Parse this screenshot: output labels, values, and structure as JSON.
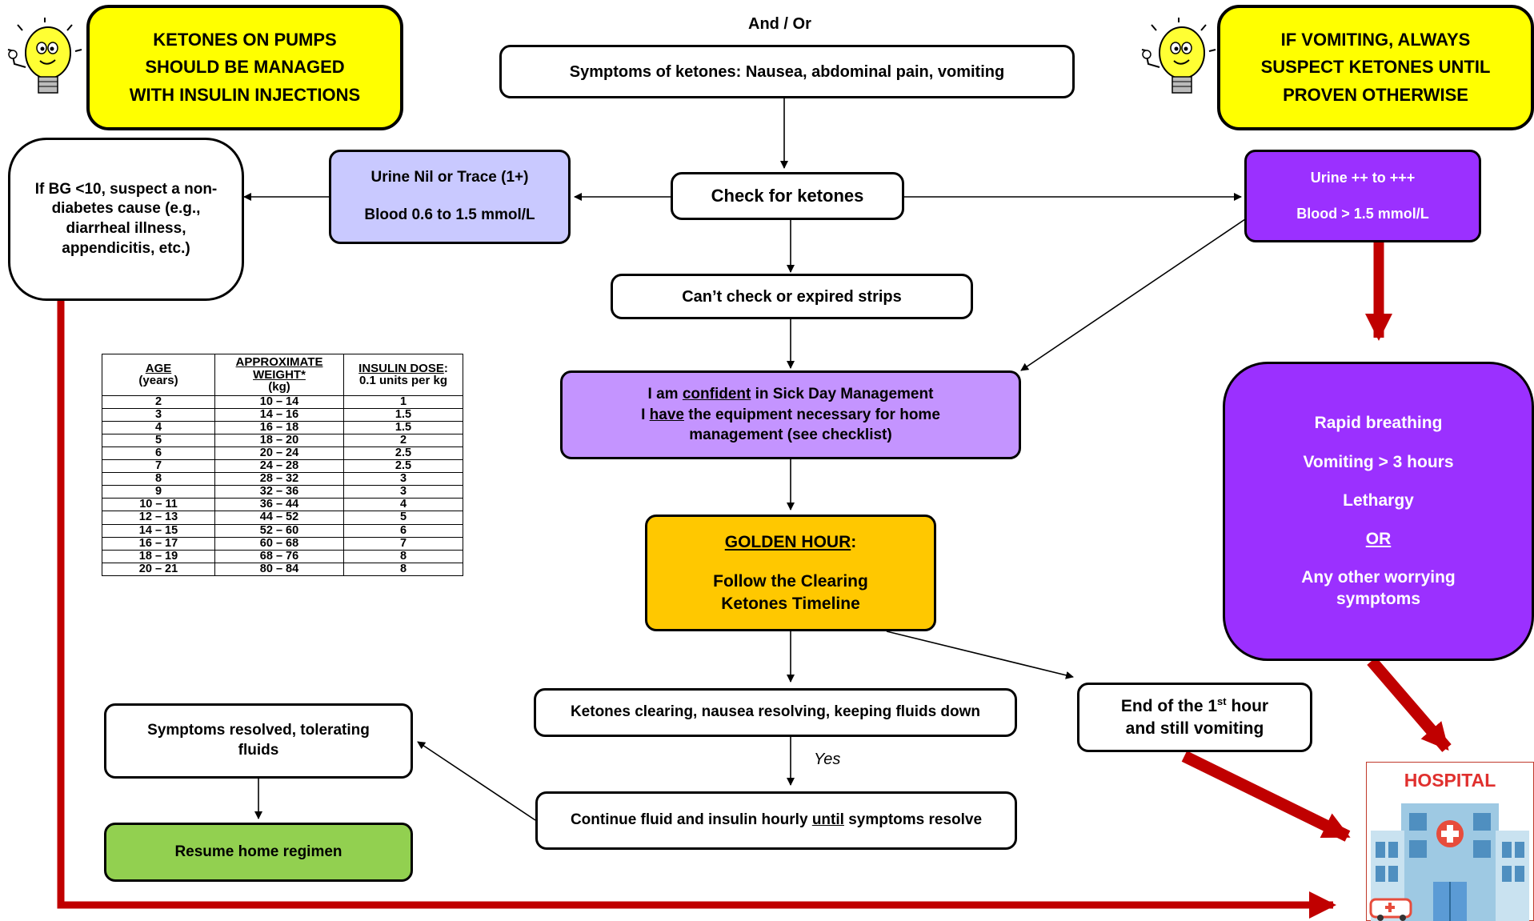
{
  "callouts": {
    "left": [
      "KETONES ON PUMPS",
      "SHOULD BE MANAGED",
      "WITH INSULIN INJECTIONS"
    ],
    "right": [
      "IF VOMITING, ALWAYS",
      "SUSPECT KETONES UNTIL",
      "PROVEN OTHERWISE"
    ]
  },
  "and_or": "And / Or",
  "nodes": {
    "symptoms": "Symptoms of ketones: Nausea, abdominal pain, vomiting",
    "check": "Check for ketones",
    "low_urine": "Urine Nil or Trace (1+)",
    "low_blood": "Blood 0.6 to 1.5 mmol/L",
    "high_urine": "Urine ++ to +++",
    "high_blood": "Blood > 1.5 mmol/L",
    "bg_note": "If BG <10, suspect a non-diabetes cause (e.g., diarrheal illness, appendicitis, etc.)",
    "cant_check": "Can’t check or expired strips",
    "confident": {
      "l1_pre": "I am ",
      "l1_u": "confident",
      "l1_post": " in Sick Day Management",
      "l2_pre": "I ",
      "l2_u": "have",
      "l2_post": " the equipment necessary for home",
      "l3": "management (see checklist)"
    },
    "golden": {
      "title": "GOLDEN HOUR",
      "colon": ":",
      "body": "Follow the Clearing Ketones Timeline"
    },
    "clearing": "Ketones clearing, nausea resolving, keeping fluids down",
    "end_hour": {
      "pre": "End of the 1",
      "sup": "st",
      "post": " hour",
      "line2": "and still vomiting"
    },
    "yes": "Yes",
    "continue": {
      "pre": "Continue fluid and insulin hourly ",
      "u": "until",
      "post": " symptoms resolve"
    },
    "resolved": "Symptoms resolved, tolerating fluids",
    "resume": "Resume home regimen",
    "severe": {
      "l1": "Rapid breathing",
      "l2": "Vomiting > 3 hours",
      "l3": "Lethargy",
      "l4": "OR",
      "l5": "Any other worrying symptoms"
    },
    "hospital": "HOSPITAL"
  },
  "dose_table": {
    "headers": [
      {
        "title": "AGE",
        "sub": "(years)"
      },
      {
        "title": "APPROXIMATE",
        "title2": "WEIGHT*",
        "sub": "(kg)"
      },
      {
        "title": "INSULIN DOSE",
        "colon": ":",
        "sub": "0.1 units per kg"
      }
    ],
    "rows": [
      [
        "2",
        "10 – 14",
        "1"
      ],
      [
        "3",
        "14 – 16",
        "1.5"
      ],
      [
        "4",
        "16 – 18",
        "1.5"
      ],
      [
        "5",
        "18 – 20",
        "2"
      ],
      [
        "6",
        "20 – 24",
        "2.5"
      ],
      [
        "7",
        "24 – 28",
        "2.5"
      ],
      [
        "8",
        "28 – 32",
        "3"
      ],
      [
        "9",
        "32 – 36",
        "3"
      ],
      [
        "10 – 11",
        "36 – 44",
        "4"
      ],
      [
        "12 – 13",
        "44 – 52",
        "5"
      ],
      [
        "14 – 15",
        "52 – 60",
        "6"
      ],
      [
        "16 – 17",
        "60 – 68",
        "7"
      ],
      [
        "18 – 19",
        "68 – 76",
        "8"
      ],
      [
        "20 – 21",
        "80 – 84",
        "8"
      ]
    ]
  },
  "colors": {
    "purple": "#9b30ff",
    "lavender": "#c9c9ff",
    "lilac": "#c494ff",
    "gold": "#ffc800",
    "green": "#92d050",
    "callout_yellow": "#ffff00",
    "red_arrow": "#c00000"
  },
  "icons": [
    "lightbulb-icon",
    "hospital-icon"
  ]
}
